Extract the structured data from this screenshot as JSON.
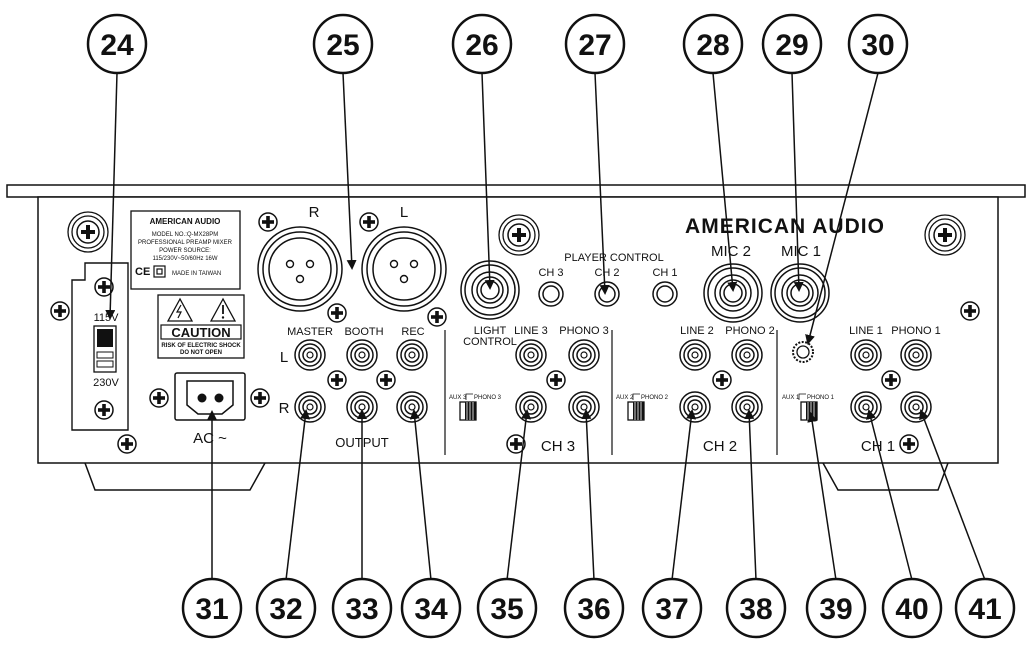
{
  "brand": "AMERICAN AUDIO",
  "model_plate": {
    "brand": "AMERICAN AUDIO",
    "model": "MODEL NO.:Q-MX28PM",
    "desc": "PROFESSIONAL PREAMP MIXER",
    "power_label": "POWER SOURCE:",
    "power": "115/230V~50/60Hz 16W",
    "ce": "CE",
    "made_in": "MADE IN TAIWAN"
  },
  "caution": {
    "title": "CAUTION",
    "line1": "RISK OF ELECTRIC SHOCK",
    "line2": "DO NOT OPEN"
  },
  "voltage": {
    "v115": "115V",
    "v230": "230V"
  },
  "ac_label": "AC ~",
  "xlr": {
    "right": "R",
    "left": "L"
  },
  "output": {
    "master": "MASTER",
    "booth": "BOOTH",
    "rec": "REC",
    "row_l": "L",
    "row_r": "R",
    "title": "OUTPUT"
  },
  "light_control": {
    "line1": "LIGHT",
    "line2": "CONTROL"
  },
  "player_control": {
    "title": "PLAYER CONTROL",
    "ch3": "CH 3",
    "ch2": "CH 2",
    "ch1": "CH 1"
  },
  "mic": {
    "mic2": "MIC 2",
    "mic1": "MIC 1"
  },
  "ch3": {
    "line": "LINE 3",
    "phono": "PHONO 3",
    "aux": "AUX 3",
    "phono_sw": "PHONO 3",
    "title": "CH 3"
  },
  "ch2": {
    "line": "LINE 2",
    "phono": "PHONO 2",
    "aux": "AUX 2",
    "phono_sw": "PHONO 2",
    "title": "CH 2"
  },
  "ch1": {
    "line": "LINE 1",
    "phono": "PHONO 1",
    "aux": "AUX 1",
    "phono_sw": "PHONO 1",
    "title": "CH 1"
  },
  "callouts_top": [
    "24",
    "25",
    "26",
    "27",
    "28",
    "29",
    "30"
  ],
  "callouts_bottom": [
    "31",
    "32",
    "33",
    "34",
    "35",
    "36",
    "37",
    "38",
    "39",
    "40",
    "41"
  ]
}
